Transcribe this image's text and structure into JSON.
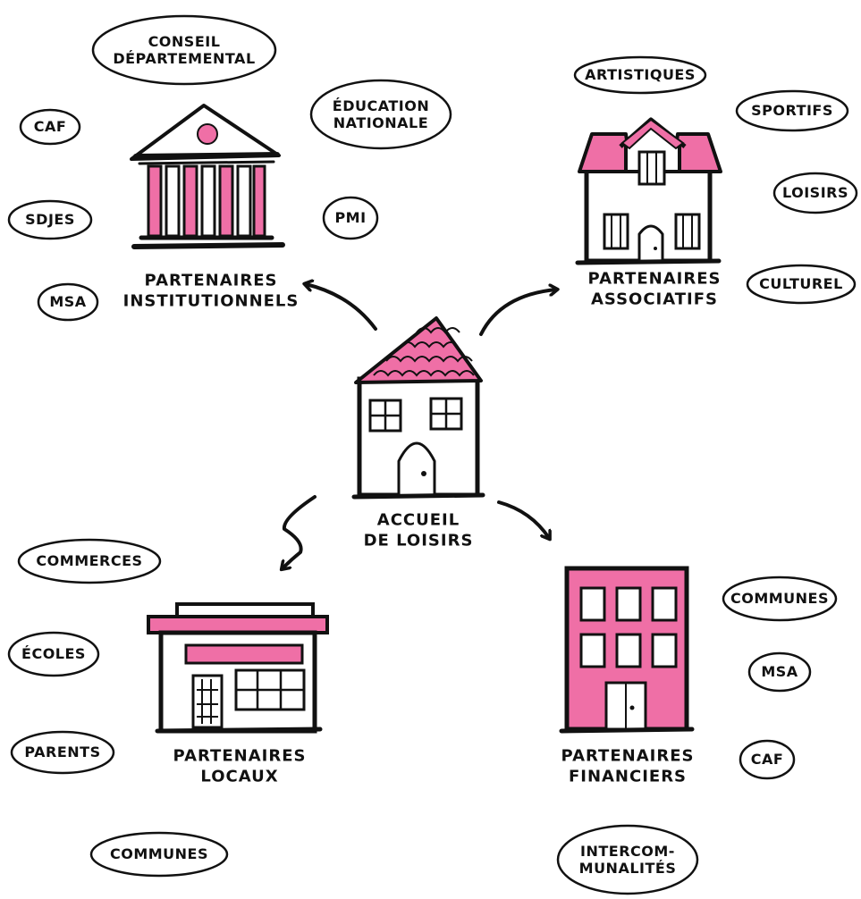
{
  "colors": {
    "accent": "#ef6fa6",
    "ink": "#111111",
    "background": "#ffffff"
  },
  "center": {
    "icon": "house-icon",
    "label": [
      "ACCUEIL",
      "DE LOISIRS"
    ]
  },
  "groups": {
    "institutionnels": {
      "icon": "courthouse-icon",
      "label": [
        "PARTENAIRES",
        "INSTITUTIONNELS"
      ],
      "items": {
        "conseil": [
          "CONSEIL",
          "DÉPARTEMENTAL"
        ],
        "education": [
          "ÉDUCATION",
          "NATIONALE"
        ],
        "caf": [
          "CAF"
        ],
        "sdjes": [
          "SDJES"
        ],
        "pmi": [
          "PMI"
        ],
        "msa": [
          "MSA"
        ]
      }
    },
    "associatifs": {
      "icon": "mansion-icon",
      "label": [
        "PARTENAIRES",
        "ASSOCIATIFS"
      ],
      "items": {
        "artistiques": [
          "ARTISTIQUES"
        ],
        "sportifs": [
          "SPORTIFS"
        ],
        "loisirs": [
          "LOISIRS"
        ],
        "culturel": [
          "CULTUREL"
        ]
      }
    },
    "locaux": {
      "icon": "shop-icon",
      "label": [
        "PARTENAIRES",
        "LOCAUX"
      ],
      "items": {
        "commerces": [
          "COMMERCES"
        ],
        "ecoles": [
          "ÉCOLES"
        ],
        "parents": [
          "PARENTS"
        ],
        "communes": [
          "COMMUNES"
        ]
      }
    },
    "financiers": {
      "icon": "office-building-icon",
      "label": [
        "PARTENAIRES",
        "FINANCIERS"
      ],
      "items": {
        "communes": [
          "COMMUNES"
        ],
        "msa": [
          "MSA"
        ],
        "caf": [
          "CAF"
        ],
        "intercom": [
          "INTERCOM-",
          "MUNALITÉS"
        ]
      }
    }
  }
}
